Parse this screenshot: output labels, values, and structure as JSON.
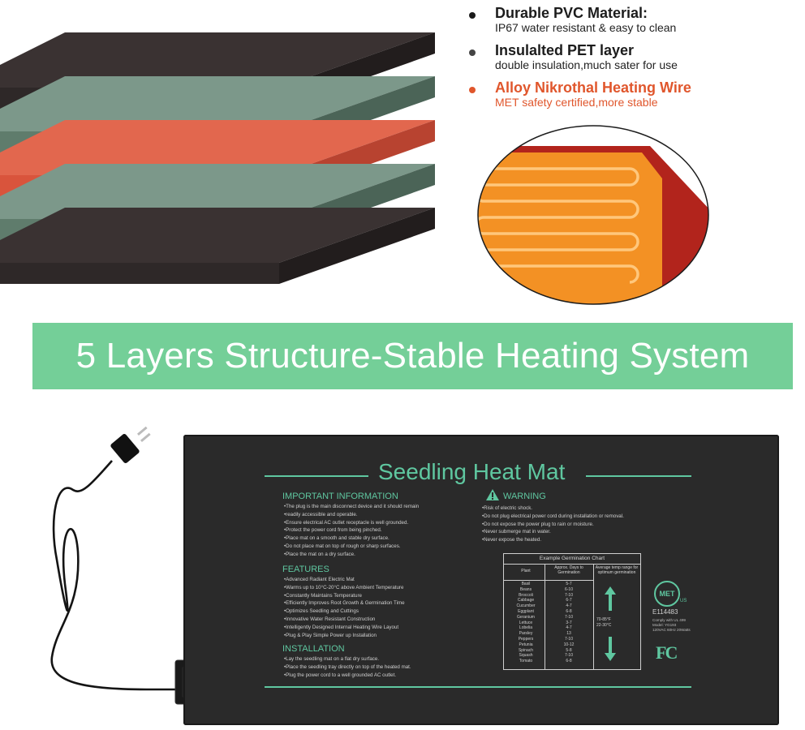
{
  "legend": [
    {
      "title": "Durable PVC Material:",
      "subtitle": "IP67 water resistant & easy to clean",
      "dot_color": "#1a1a1a"
    },
    {
      "title": "Insulalted PET layer",
      "subtitle": "double insulation,much sater for use",
      "dot_color": "#444444"
    },
    {
      "title": "Alloy Nikrothal Heating Wire",
      "subtitle": "MET safety certified,more stable",
      "dot_color": "#e0562c"
    }
  ],
  "banner": {
    "text": "5 Layers Structure-Stable Heating System",
    "color": "#74cf98"
  },
  "layer_colors": [
    "#2e2828",
    "#5f7c6c",
    "#d9543c",
    "#5f7c6c",
    "#2e2828"
  ],
  "mat": {
    "title": "Seedling Heat Mat",
    "important": {
      "heading": "IMPORTANT INFORMATION",
      "items": [
        "The plug is the main disconnect device and it should remain",
        "readily accessible and operable.",
        "Ensure electrical AC outlet receptacle is well grounded.",
        "Protect the power cord from being pinched.",
        "Place mat on a smooth and stable dry surface.",
        "Do not place mat on top of rough or sharp surfaces.",
        "Place the mat on a dry surface."
      ]
    },
    "features": {
      "heading": "FEATURES",
      "items": [
        "Advanced Radiant Electric Mat",
        "Warms up to 10°C-20°C above Ambient Temperature",
        "Constantly Maintains Temperature",
        "Efficiently Improves Root Growth & Germination Time",
        "Optimizes Seedling and Cuttings",
        "Innovative Water Resistant Construction",
        "Intelligently Designed Internal Heating Wire Layout",
        "Plug & Play Simple Power up Installation"
      ]
    },
    "installation": {
      "heading": "INSTALLATION",
      "items": [
        "Lay the seedling mat on a flat dry surface.",
        "Place the seedling tray directly on top of the heated mat.",
        "Plug the power cord to a well grounded AC outlet."
      ]
    },
    "warning": {
      "heading": "WARNING",
      "items": [
        "Risk of electric shock.",
        "Do not plug electrical power cord during installation or removal.",
        "Do not expose the power plug to rain or moisture.",
        "Never submerge mat in water.",
        "Never expose the heated."
      ]
    },
    "chart": {
      "title": "Example Germination Chart",
      "col_plant": "Plant",
      "col_days": "Approx. Days to Germination",
      "col_temp": "Average temp range for optimum germination",
      "rows": [
        {
          "plant": "Basil",
          "days": "5-7"
        },
        {
          "plant": "Beans",
          "days": "6-10"
        },
        {
          "plant": "Broccoli",
          "days": "7-10"
        },
        {
          "plant": "Cabbage",
          "days": "6-7"
        },
        {
          "plant": "Cucumber",
          "days": "4-7"
        },
        {
          "plant": "Eggplant",
          "days": "6-8"
        },
        {
          "plant": "Geranium",
          "days": "7-10"
        },
        {
          "plant": "Lettuce",
          "days": "3-7"
        },
        {
          "plant": "Lobelia",
          "days": "4-7"
        },
        {
          "plant": "Parsley",
          "days": "13"
        },
        {
          "plant": "Peppers",
          "days": "7-10"
        },
        {
          "plant": "Petunia",
          "days": "10-12"
        },
        {
          "plant": "Spinach",
          "days": "5-8"
        },
        {
          "plant": "Squash",
          "days": "7-10"
        },
        {
          "plant": "Tomato",
          "days": "6-8"
        }
      ],
      "temp_f": "70-85°F",
      "temp_c": "22-30°C"
    },
    "cert": {
      "met": "MET",
      "met_us": "US",
      "code": "E114483",
      "line1": "Comply with UL 499",
      "line2": "Model: YG193",
      "line3": "120VAC 60Hz 20Watts",
      "fcc": "FC"
    },
    "accent_color": "#5fc7a0"
  }
}
